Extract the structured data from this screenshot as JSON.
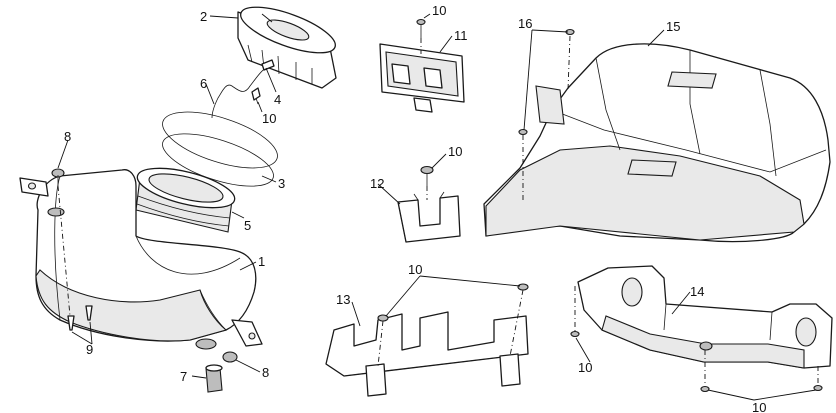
{
  "callouts": {
    "c1": "1",
    "c2": "2",
    "c3": "3",
    "c4": "4",
    "c5": "5",
    "c6": "6",
    "c7": "7",
    "c8a": "8",
    "c8b": "8",
    "c9": "9",
    "c10a": "10",
    "c10b": "10",
    "c10c": "10",
    "c10d": "10",
    "c10e": "10",
    "c10f": "10",
    "c11": "11",
    "c12": "12",
    "c13": "13",
    "c14": "14",
    "c15": "15",
    "c16": "16"
  }
}
